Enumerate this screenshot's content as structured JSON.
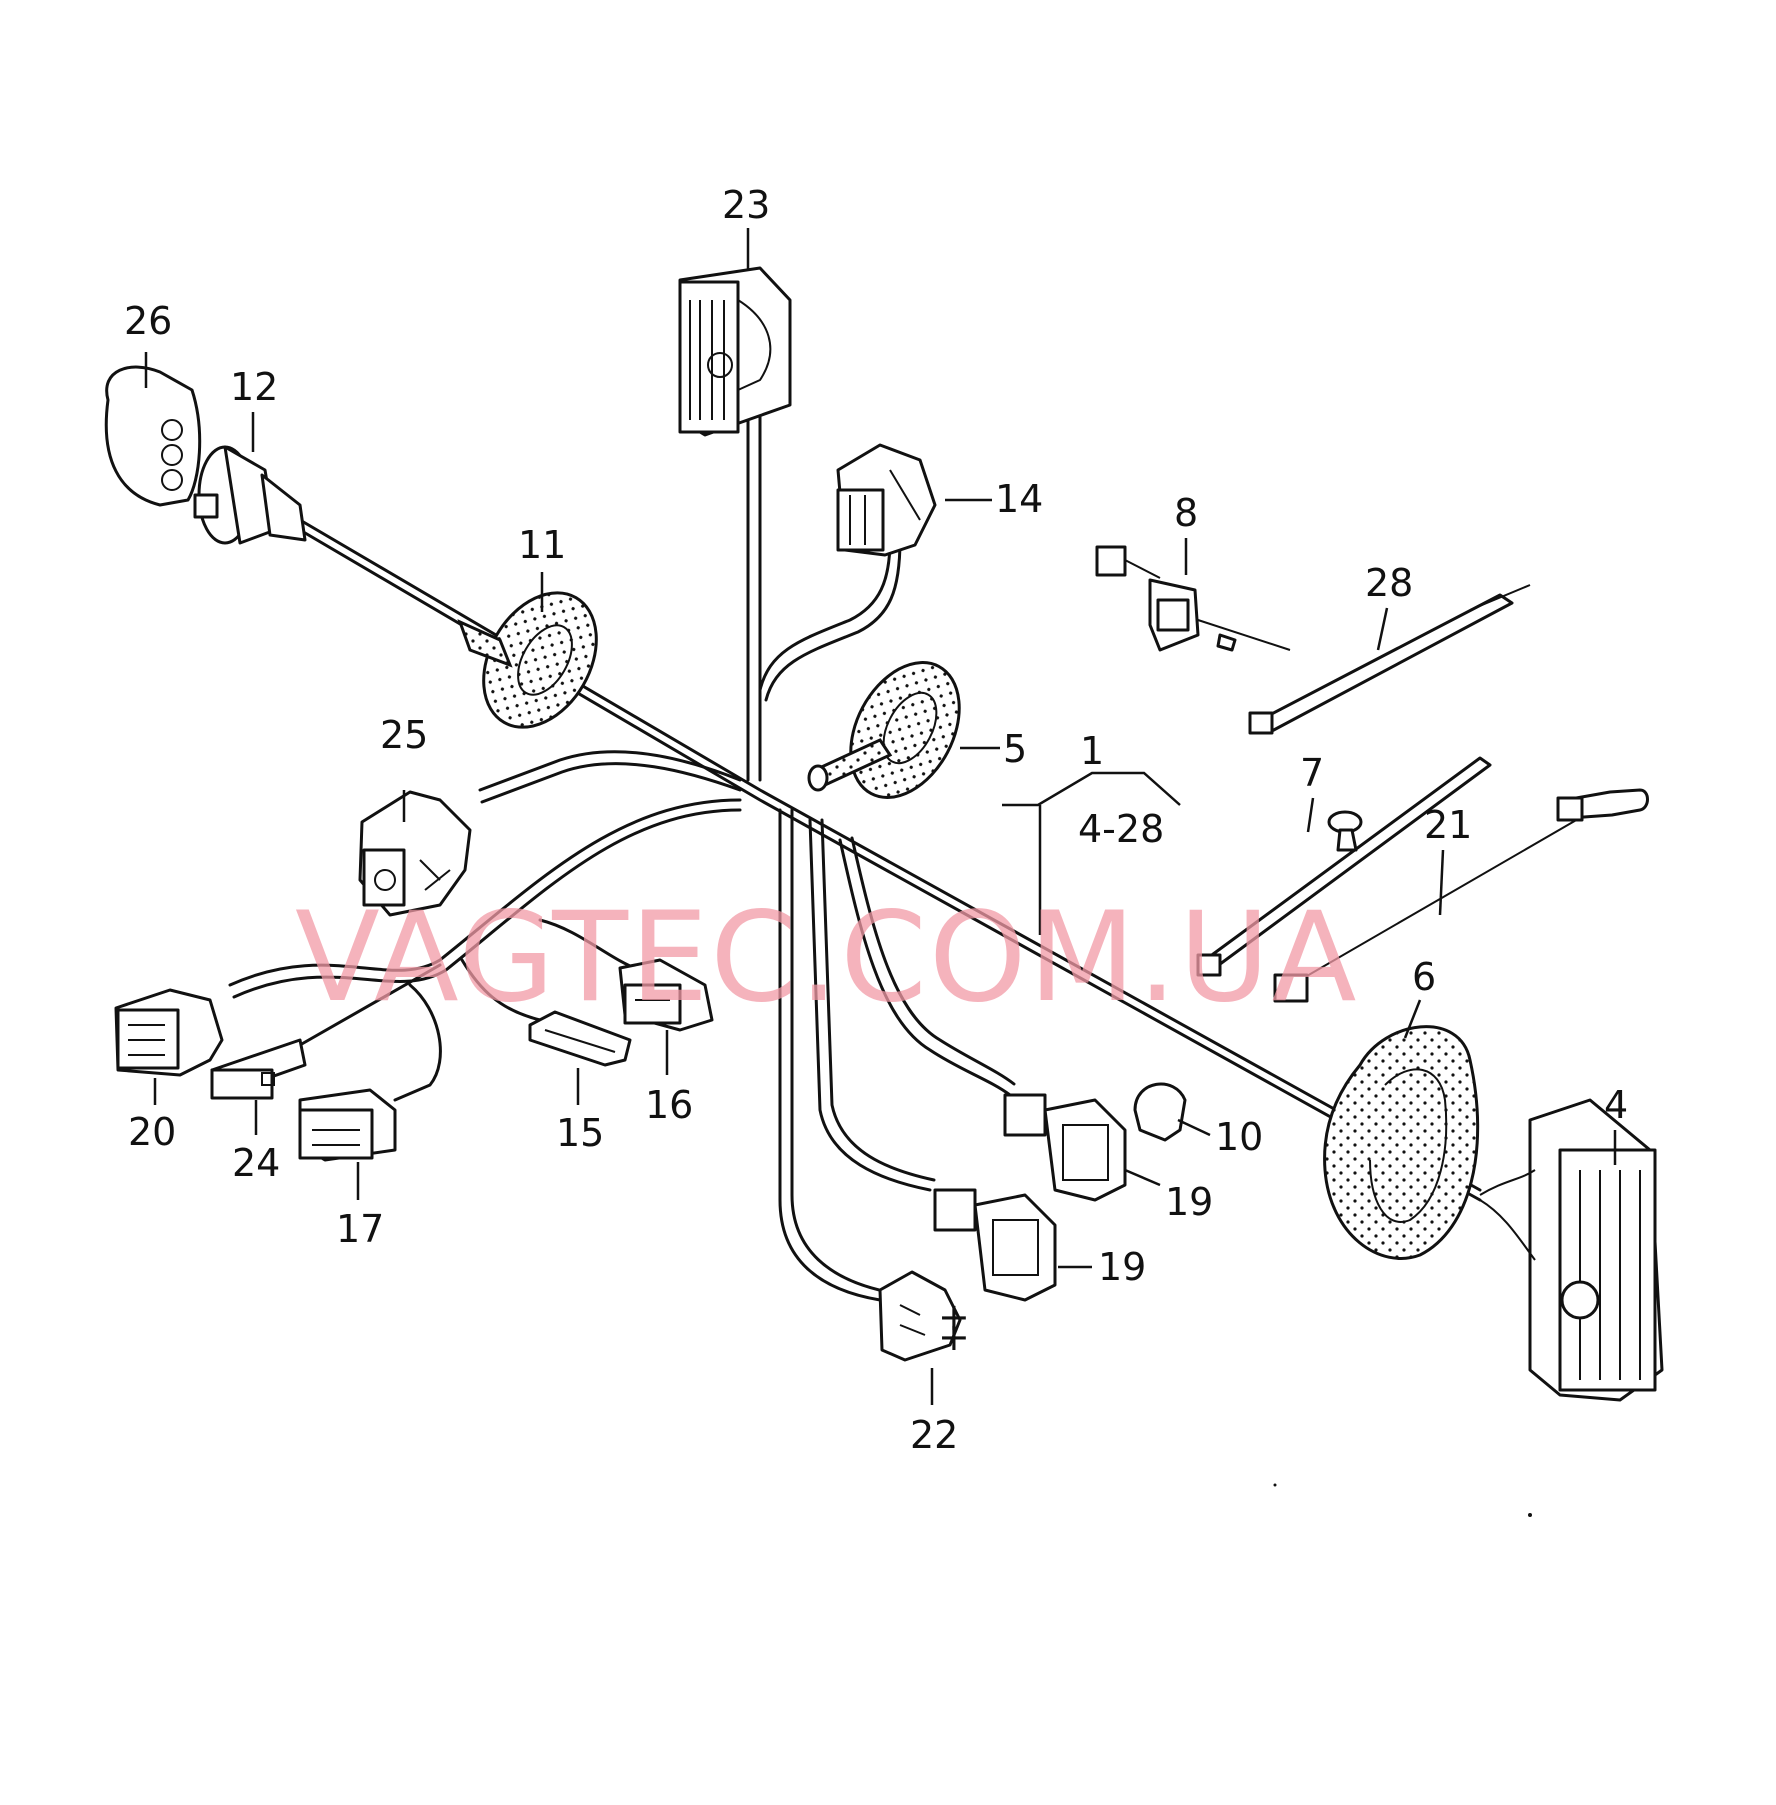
{
  "watermark": "VAGTEC.COM.UA",
  "callouts": {
    "c1": "1",
    "c1_range": "4-28",
    "c4": "4",
    "c5": "5",
    "c6": "6",
    "c7": "7",
    "c8": "8",
    "c10": "10",
    "c11": "11",
    "c12": "12",
    "c14": "14",
    "c15": "15",
    "c16": "16",
    "c17": "17",
    "c19a": "19",
    "c19b": "19",
    "c20": "20",
    "c21": "21",
    "c22": "22",
    "c23": "23",
    "c24": "24",
    "c25": "25",
    "c26": "26",
    "c28": "28"
  }
}
